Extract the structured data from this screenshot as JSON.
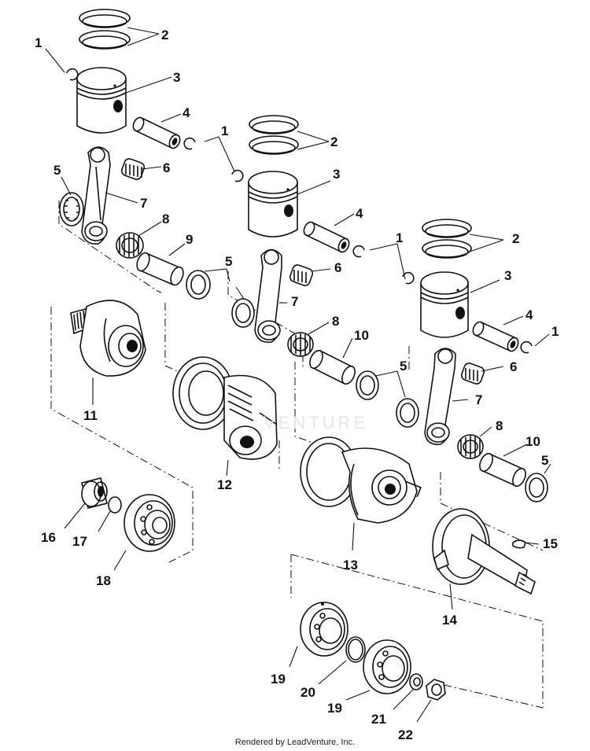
{
  "watermark": "VENTURE",
  "credit": "Rendered by LeadVenture, Inc.",
  "callouts": [
    {
      "id": "c1a",
      "text": "1"
    },
    {
      "id": "c2a",
      "text": "2"
    },
    {
      "id": "c3a",
      "text": "3"
    },
    {
      "id": "c4a",
      "text": "4"
    },
    {
      "id": "c5a",
      "text": "5"
    },
    {
      "id": "c6a",
      "text": "6"
    },
    {
      "id": "c7a",
      "text": "7"
    },
    {
      "id": "c8a",
      "text": "8"
    },
    {
      "id": "c9",
      "text": "9"
    },
    {
      "id": "c1b",
      "text": "1"
    },
    {
      "id": "c2b",
      "text": "2"
    },
    {
      "id": "c3b",
      "text": "3"
    },
    {
      "id": "c4b",
      "text": "4"
    },
    {
      "id": "c5b",
      "text": "5"
    },
    {
      "id": "c6b",
      "text": "6"
    },
    {
      "id": "c7b",
      "text": "7"
    },
    {
      "id": "c8b",
      "text": "8"
    },
    {
      "id": "c10a",
      "text": "10"
    },
    {
      "id": "c1c",
      "text": "1"
    },
    {
      "id": "c1d",
      "text": "1"
    },
    {
      "id": "c2c",
      "text": "2"
    },
    {
      "id": "c3c",
      "text": "3"
    },
    {
      "id": "c4c",
      "text": "4"
    },
    {
      "id": "c5c",
      "text": "5"
    },
    {
      "id": "c5d",
      "text": "5"
    },
    {
      "id": "c6c",
      "text": "6"
    },
    {
      "id": "c7c",
      "text": "7"
    },
    {
      "id": "c8c",
      "text": "8"
    },
    {
      "id": "c10b",
      "text": "10"
    },
    {
      "id": "c11",
      "text": "11"
    },
    {
      "id": "c12",
      "text": "12"
    },
    {
      "id": "c13",
      "text": "13"
    },
    {
      "id": "c14",
      "text": "14"
    },
    {
      "id": "c15",
      "text": "15"
    },
    {
      "id": "c16",
      "text": "16"
    },
    {
      "id": "c17",
      "text": "17"
    },
    {
      "id": "c18",
      "text": "18"
    },
    {
      "id": "c19a",
      "text": "19"
    },
    {
      "id": "c19b",
      "text": "19"
    },
    {
      "id": "c20",
      "text": "20"
    },
    {
      "id": "c21",
      "text": "21"
    },
    {
      "id": "c22",
      "text": "22"
    }
  ]
}
